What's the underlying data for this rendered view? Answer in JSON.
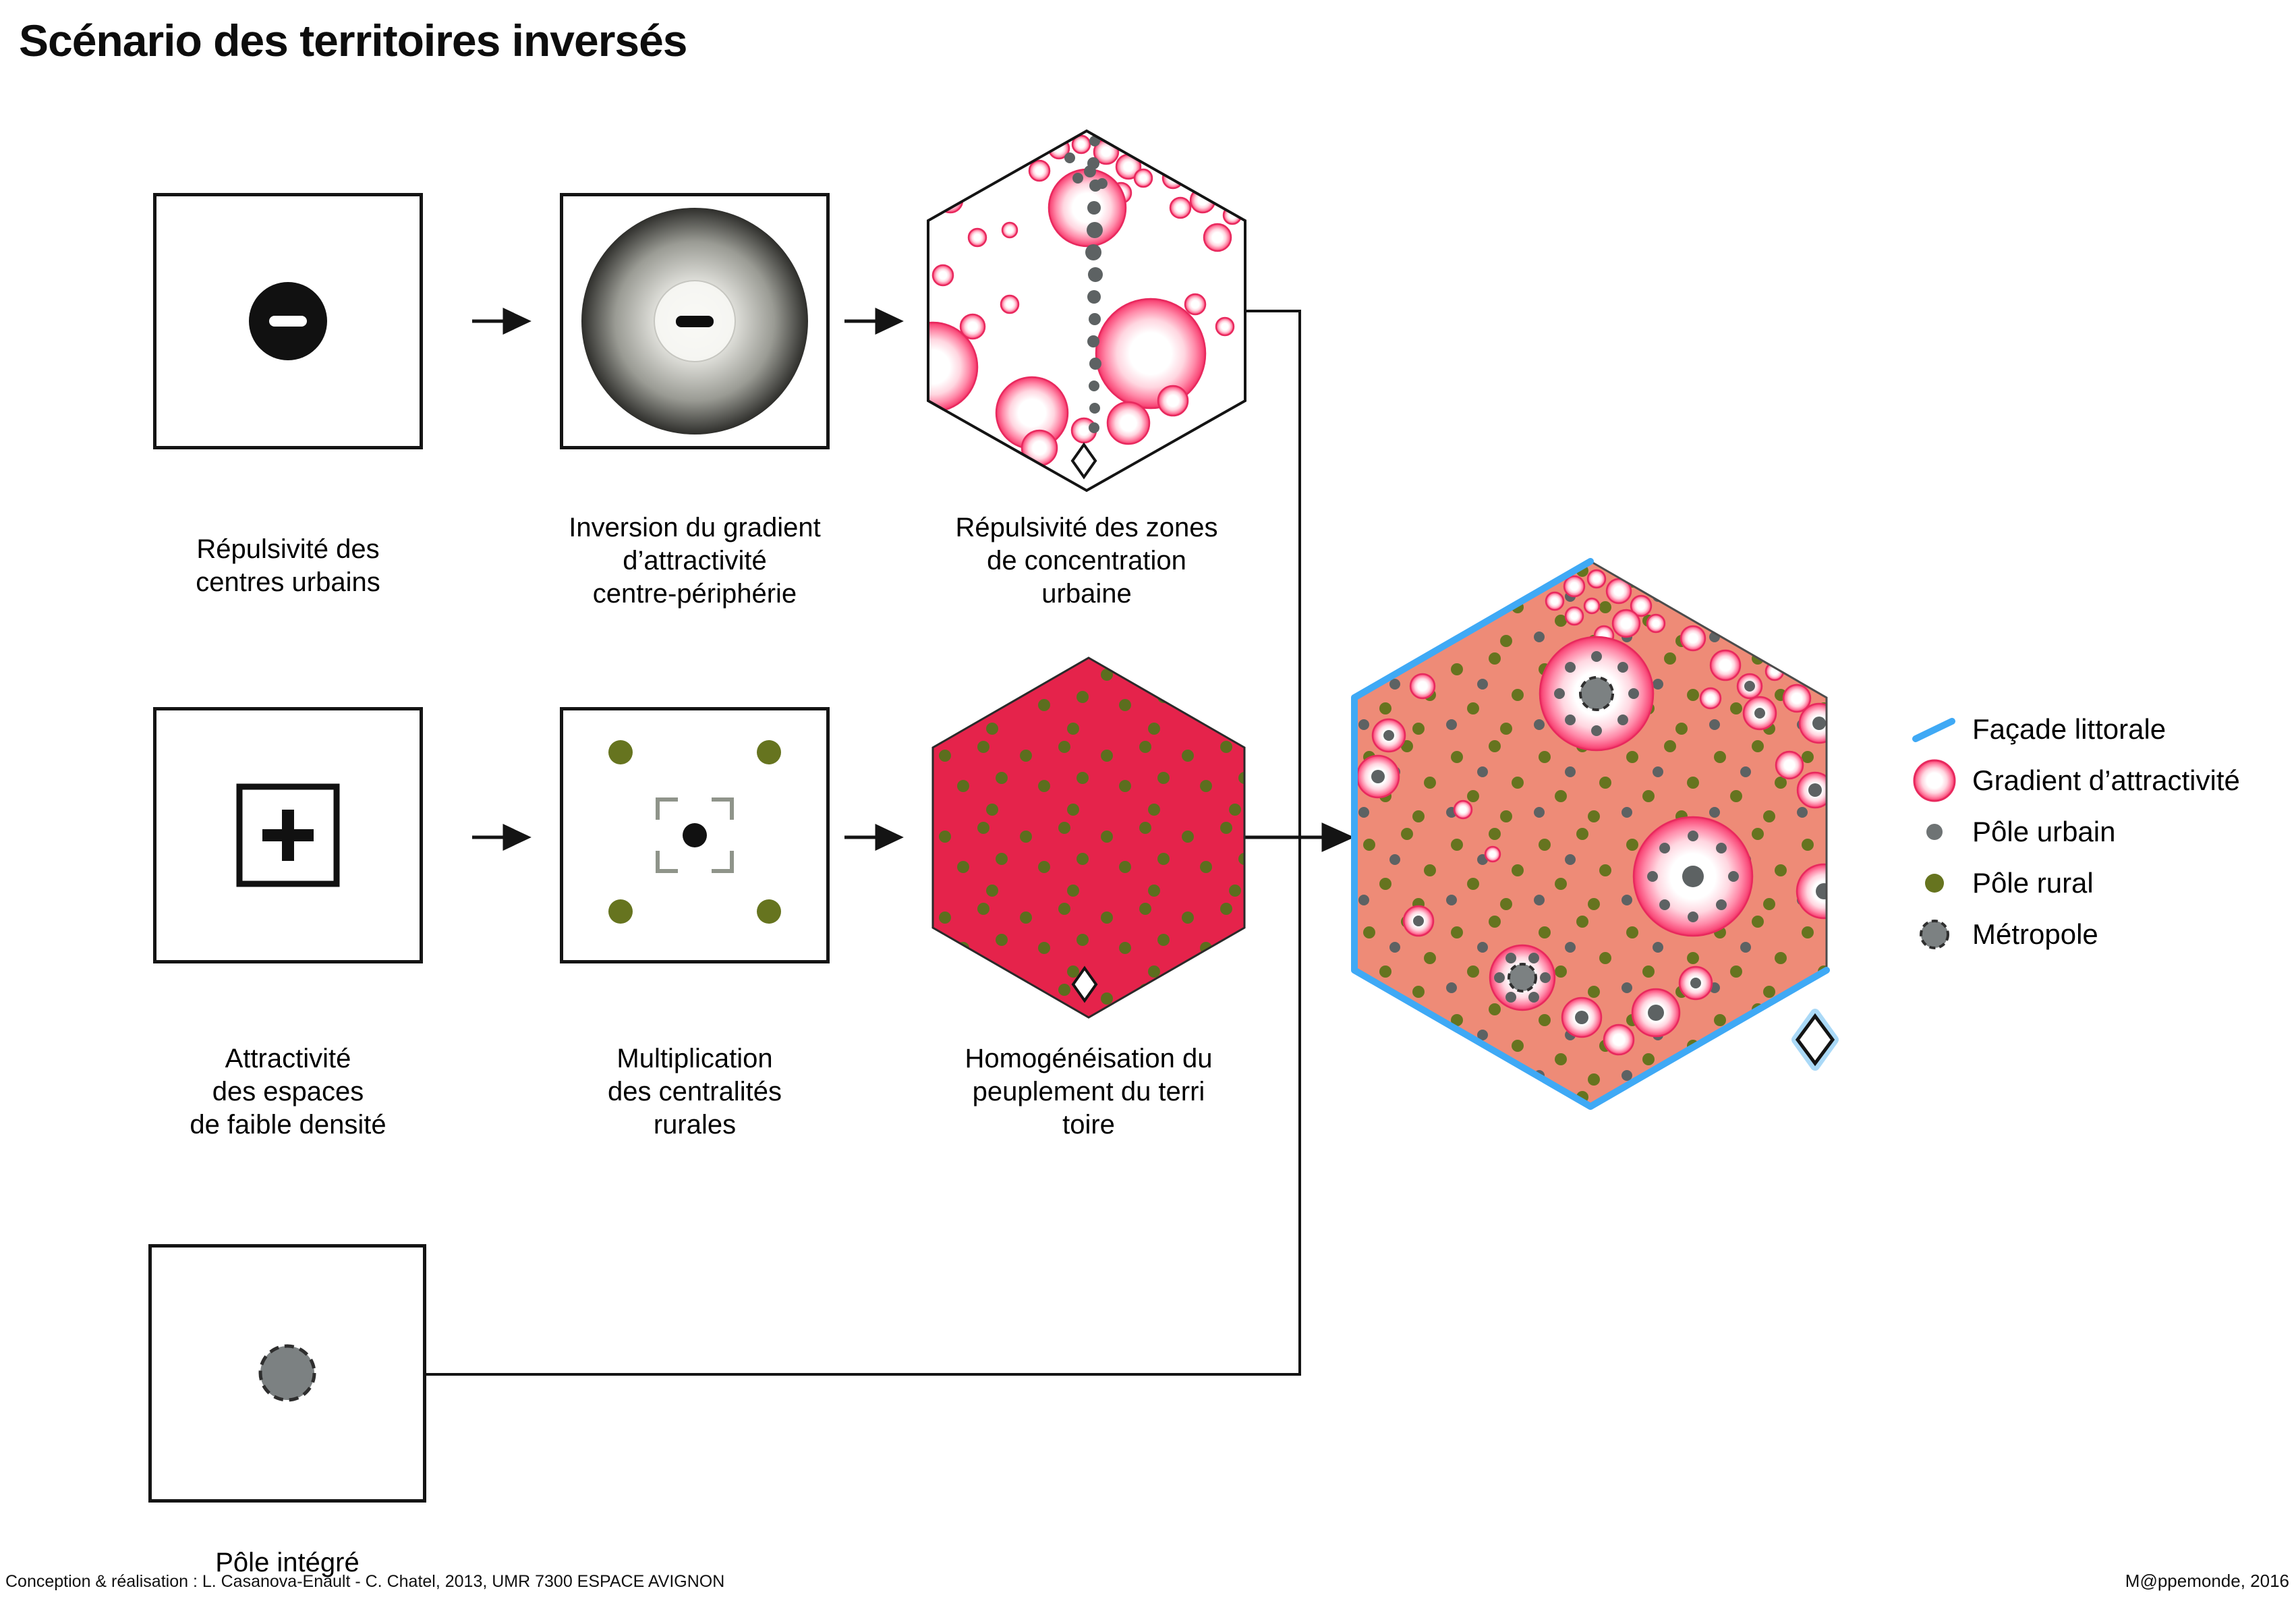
{
  "title": "Scénario des territoires inversés",
  "captions": {
    "step1": "Répulsivité des\ncentres urbains",
    "step2": "Inversion du gradient\nd’attractivité\ncentre-périphérie",
    "step3": "Répulsivité des zones\nde concentration\nurbaine",
    "step4": "Attractivité\ndes espaces\nde faible densité",
    "step5": "Multiplication\ndes centralités\nrurales",
    "step6": "Homogénéisation du\npeuplement du terri\ntoire",
    "step7": "Pôle intégré"
  },
  "legend": {
    "items": [
      {
        "id": "facade-littorale",
        "label": "Façade littorale"
      },
      {
        "id": "gradient-attractivite",
        "label": "Gradient d’attractivité"
      },
      {
        "id": "pole-urbain",
        "label": "Pôle urbain"
      },
      {
        "id": "pole-rural",
        "label": "Pôle rural"
      },
      {
        "id": "metropole",
        "label": "Métropole"
      }
    ]
  },
  "footer": {
    "credit": "Conception & réalisation : L. Casanova-Enault - C. Chatel, 2013, UMR 7300 ESPACE AVIGNON",
    "source": "M@ppemonde, 2016"
  },
  "colors": {
    "crimson_hexagon": "#e5234b",
    "salmon_hexagon": "#ee8b77",
    "attractivity_pink": "#ef2e63",
    "littoral_blue": "#3fa9f5",
    "rural_olive": "#66741f",
    "urban_grey": "#5d6263",
    "metropole_grey": "#7c8182",
    "ink": "#111111"
  }
}
